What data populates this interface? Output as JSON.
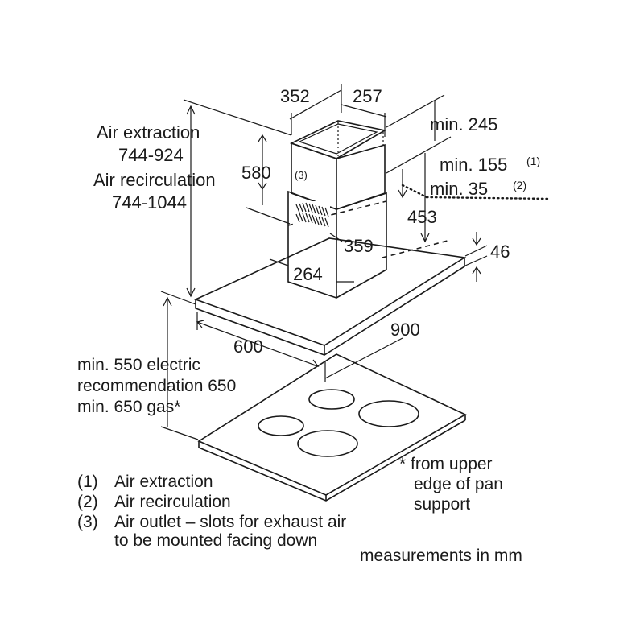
{
  "dimensions": {
    "chimney_width": "352",
    "chimney_depth": "257",
    "chimney_height": "580",
    "top_clearance": "min. 245",
    "extraction_clearance": "min. 155",
    "extraction_ref": "(1)",
    "recirculation_clearance": "min. 35",
    "recirculation_ref": "(2)",
    "offset_453": "453",
    "canopy_thickness": "46",
    "lower_depth": "359",
    "lower_width": "264",
    "hood_depth": "600",
    "hood_width": "900",
    "slot_ref": "(3)"
  },
  "height_ranges": {
    "extraction_label": "Air extraction",
    "extraction_value": "744-924",
    "recirculation_label": "Air recirculation",
    "recirculation_value": "744-1044"
  },
  "hob_distance": {
    "line1": "min. 550 electric",
    "line2": "recommendation 650",
    "line3": "min. 650 gas*"
  },
  "footnote": {
    "line1": "* from upper",
    "line2": "edge of pan",
    "line3": "support"
  },
  "legend": [
    {
      "num": "(1)",
      "text": "Air extraction"
    },
    {
      "num": "(2)",
      "text": "Air recirculation"
    },
    {
      "num": "(3)",
      "text": "Air outlet – slots for exhaust air"
    },
    {
      "num": "",
      "text": "to be mounted facing down"
    }
  ],
  "units_note": "measurements in mm"
}
